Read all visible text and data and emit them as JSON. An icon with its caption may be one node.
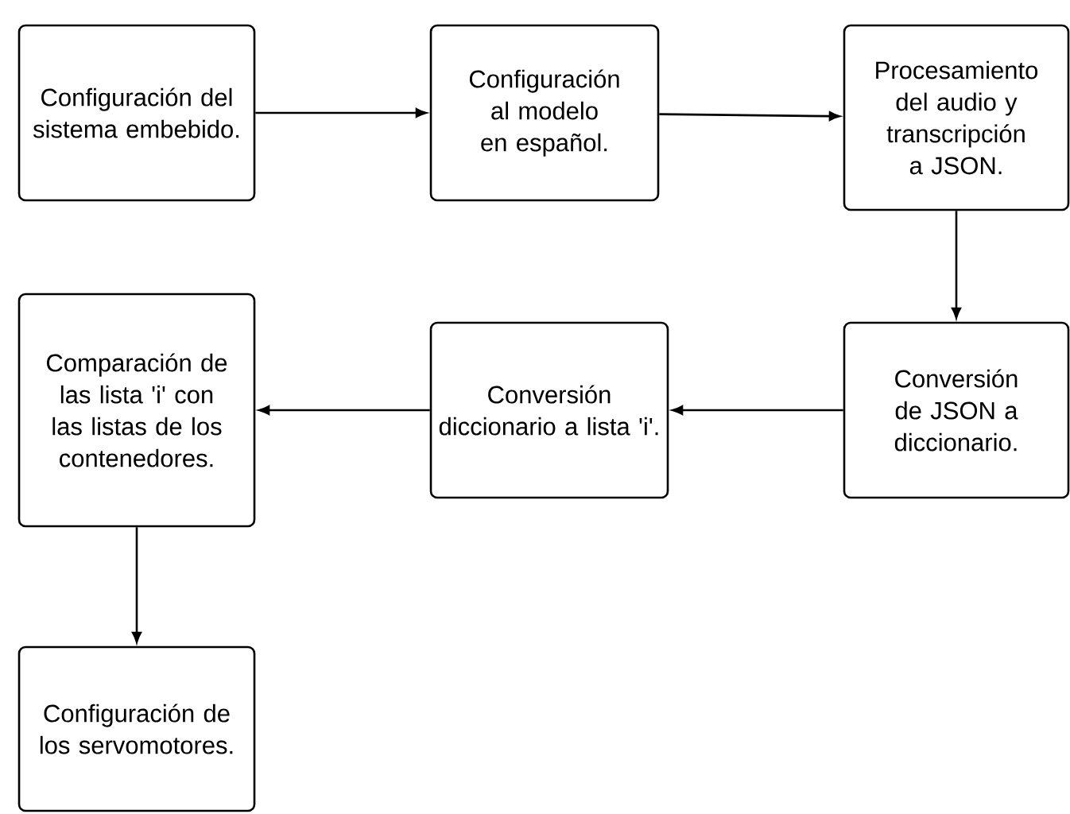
{
  "diagram": {
    "nodes": [
      {
        "text": [
          "Configuración del sistema embebido."
        ]
      },
      {
        "text": [
          "Configuración al modelo en español."
        ]
      },
      {
        "text": [
          "Procesamiento del audio y transcripción a JSON."
        ]
      },
      {
        "text": [
          "Conversión de JSON a diccionario."
        ]
      },
      {
        "text": [
          "Conversión diccionario a lista 'i'."
        ]
      },
      {
        "text": [
          "Comparación de las lista 'i' con las listas de los contenedores."
        ]
      },
      {
        "text": [
          "Configuración de los servomotores."
        ]
      }
    ],
    "edges": [
      {
        "from": 0,
        "to": 1,
        "arrow": "to"
      },
      {
        "from": 1,
        "to": 2,
        "arrow": "to"
      },
      {
        "from": 2,
        "to": 3,
        "arrow": "to"
      },
      {
        "from": 3,
        "to": 4,
        "arrow": "to"
      },
      {
        "from": 4,
        "to": 5,
        "arrow": "to"
      },
      {
        "from": 5,
        "to": 6,
        "arrow": "to"
      }
    ]
  }
}
